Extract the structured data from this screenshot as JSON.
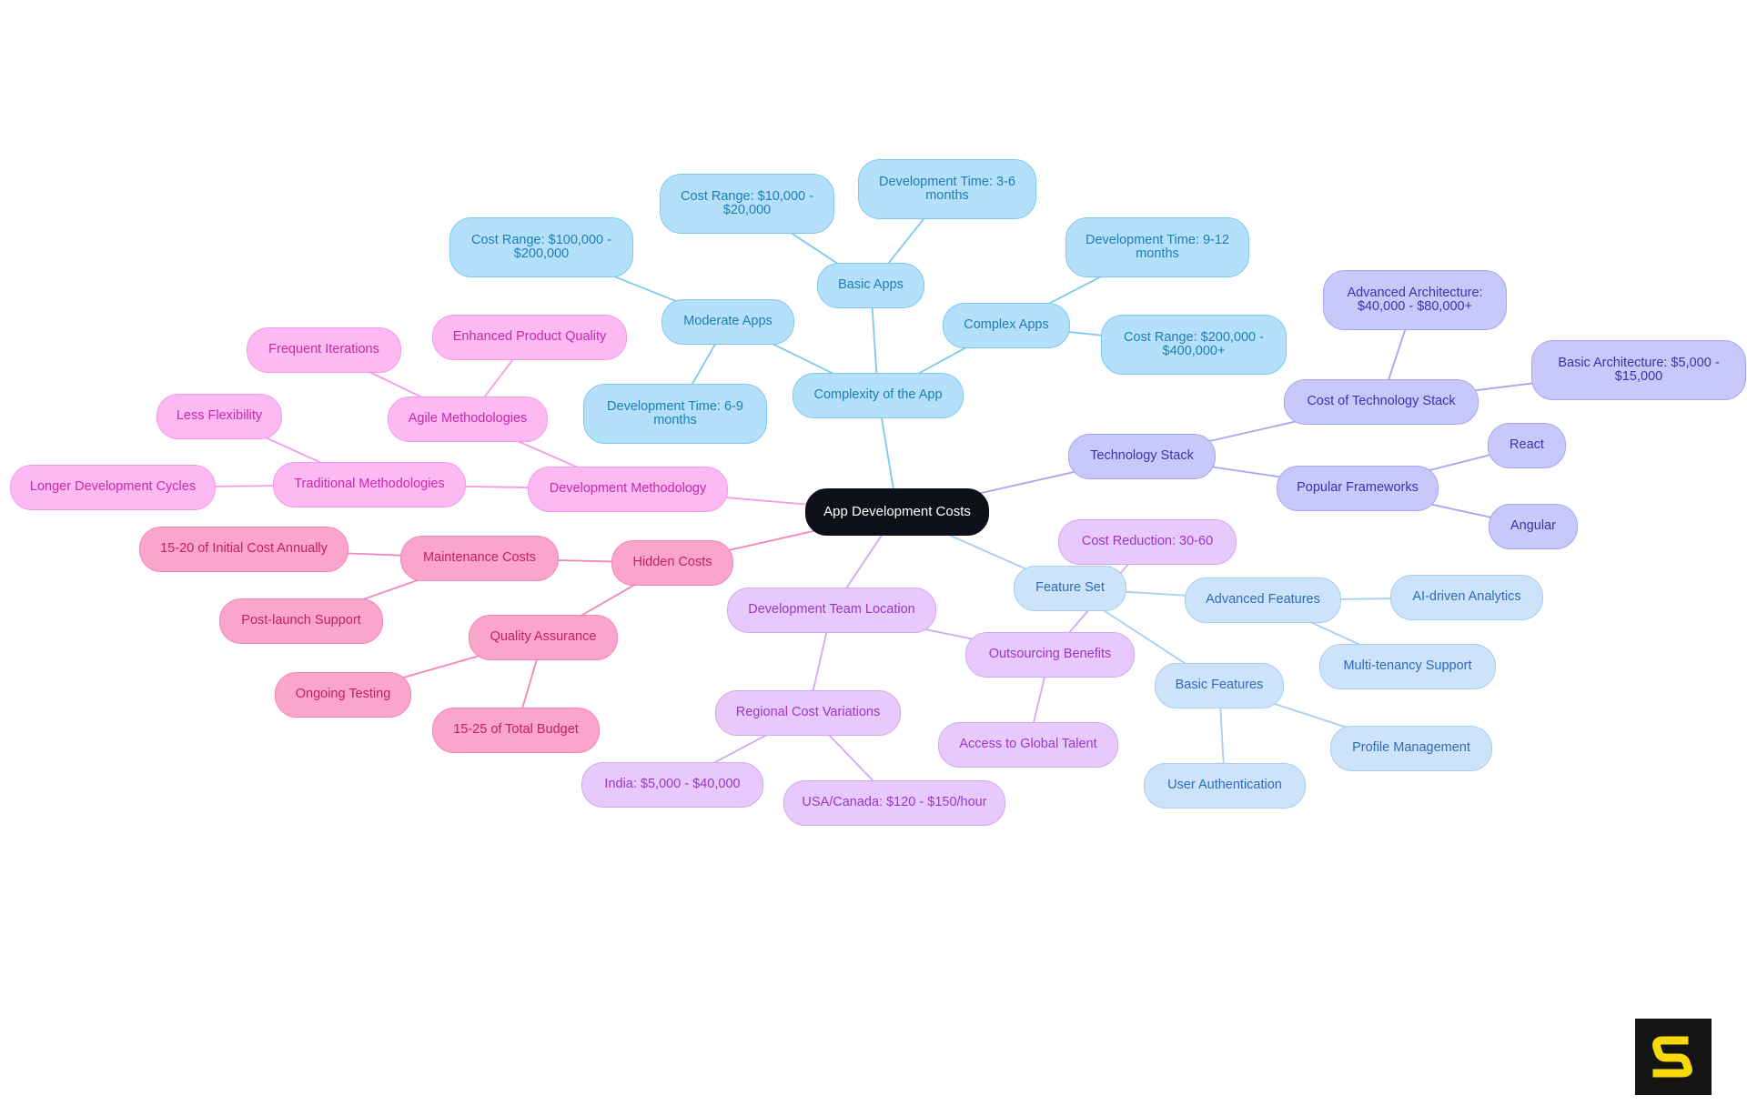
{
  "diagram": {
    "root": {
      "id": "root",
      "label": "App Development Costs",
      "color": "#0d1117"
    },
    "branches": [
      {
        "id": "complexity",
        "label": "Complexity of the App",
        "color": "#7cc8f2",
        "children": [
          {
            "id": "moderate",
            "label": "Moderate Apps",
            "children": [
              {
                "id": "mod-cost",
                "label": "Cost Range: $100,000 - $200,000"
              },
              {
                "id": "mod-time",
                "label": "Development Time: 6-9 months"
              }
            ]
          },
          {
            "id": "basic",
            "label": "Basic Apps",
            "children": [
              {
                "id": "basic-cost",
                "label": "Cost Range: $10,000 - $20,000"
              },
              {
                "id": "basic-time",
                "label": "Development Time: 3-6 months"
              }
            ]
          },
          {
            "id": "complex",
            "label": "Complex Apps",
            "children": [
              {
                "id": "complex-time",
                "label": "Development Time: 9-12 months"
              },
              {
                "id": "complex-cost",
                "label": "Cost Range: $200,000 - $400,000+"
              }
            ]
          }
        ]
      },
      {
        "id": "techstack",
        "label": "Technology Stack",
        "color": "#a7a5f1",
        "children": [
          {
            "id": "cost-tech",
            "label": "Cost of Technology Stack",
            "children": [
              {
                "id": "adv-arch",
                "label": "Advanced Architecture: $40,000 - $80,000+"
              },
              {
                "id": "basic-arch",
                "label": "Basic Architecture: $5,000 - $15,000"
              }
            ]
          },
          {
            "id": "frameworks",
            "label": "Popular Frameworks",
            "children": [
              {
                "id": "react",
                "label": "React"
              },
              {
                "id": "angular",
                "label": "Angular"
              }
            ]
          }
        ]
      },
      {
        "id": "featureset",
        "label": "Feature Set",
        "color": "#a7cdf2",
        "children": [
          {
            "id": "adv-features",
            "label": "Advanced Features",
            "children": [
              {
                "id": "ai",
                "label": "AI-driven Analytics"
              },
              {
                "id": "multi",
                "label": "Multi-tenancy Support"
              }
            ]
          },
          {
            "id": "basic-features",
            "label": "Basic Features",
            "children": [
              {
                "id": "profile",
                "label": "Profile Management"
              },
              {
                "id": "auth",
                "label": "User Authentication"
              }
            ]
          }
        ]
      },
      {
        "id": "teamloc",
        "label": "Development Team Location",
        "color": "#d3a7f2",
        "children": [
          {
            "id": "outsourcing",
            "label": "Outsourcing Benefits",
            "children": [
              {
                "id": "costred",
                "label": "Cost Reduction: 30-60"
              },
              {
                "id": "global",
                "label": "Access to Global Talent"
              }
            ]
          },
          {
            "id": "regional",
            "label": "Regional Cost Variations",
            "children": [
              {
                "id": "india",
                "label": "India: $5,000 - $40,000"
              },
              {
                "id": "usa",
                "label": "USA/Canada: $120 - $150/hour"
              }
            ]
          }
        ]
      },
      {
        "id": "hidden",
        "label": "Hidden Costs",
        "color": "#f585b9",
        "children": [
          {
            "id": "maint",
            "label": "Maintenance Costs",
            "children": [
              {
                "id": "annual",
                "label": "15-20 of Initial Cost Annually"
              },
              {
                "id": "postlaunch",
                "label": "Post-launch Support"
              }
            ]
          },
          {
            "id": "qa",
            "label": "Quality Assurance",
            "children": [
              {
                "id": "testing",
                "label": "Ongoing Testing"
              },
              {
                "id": "budget",
                "label": "15-25 of Total Budget"
              }
            ]
          }
        ]
      },
      {
        "id": "methodology",
        "label": "Development Methodology",
        "color": "#f59be6",
        "children": [
          {
            "id": "agile",
            "label": "Agile Methodologies",
            "children": [
              {
                "id": "iterations",
                "label": "Frequent Iterations"
              },
              {
                "id": "quality",
                "label": "Enhanced Product Quality"
              }
            ]
          },
          {
            "id": "traditional",
            "label": "Traditional Methodologies",
            "children": [
              {
                "id": "lessflex",
                "label": "Less Flexibility"
              },
              {
                "id": "longer",
                "label": "Longer Development Cycles"
              }
            ]
          }
        ]
      }
    ]
  },
  "logo": {
    "name": "brand-logo",
    "color": "#f5d90a"
  }
}
